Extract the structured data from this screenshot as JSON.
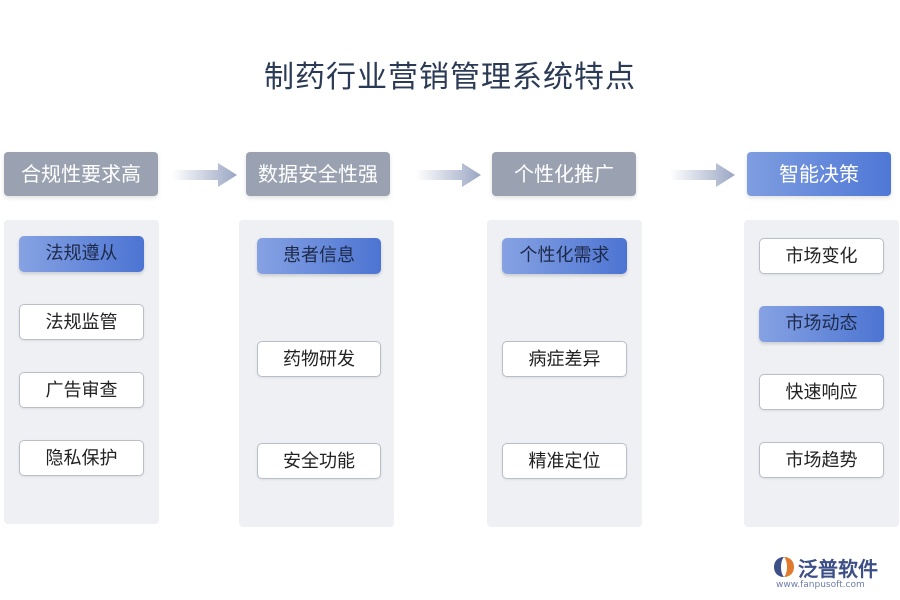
{
  "title": "制药行业营销管理系统特点",
  "columns": [
    {
      "header": "合规性要求高",
      "items": [
        "法规遵从",
        "法规监管",
        "广告审查",
        "隐私保护"
      ]
    },
    {
      "header": "数据安全性强",
      "items": [
        "患者信息",
        "药物研发",
        "安全功能"
      ]
    },
    {
      "header": "个性化推广",
      "items": [
        "个性化需求",
        "病症差异",
        "精准定位"
      ]
    },
    {
      "header": "智能决策",
      "items": [
        "市场变化",
        "市场动态",
        "快速响应",
        "市场趋势"
      ]
    }
  ],
  "watermark": {
    "brand": "泛普软件",
    "url": "www.fanpusoft.com"
  },
  "colors": {
    "accent_blue": "#4f78d6",
    "header_gray": "#9aa2b1",
    "panel_bg": "#eef0f4",
    "title": "#2b3a55"
  }
}
